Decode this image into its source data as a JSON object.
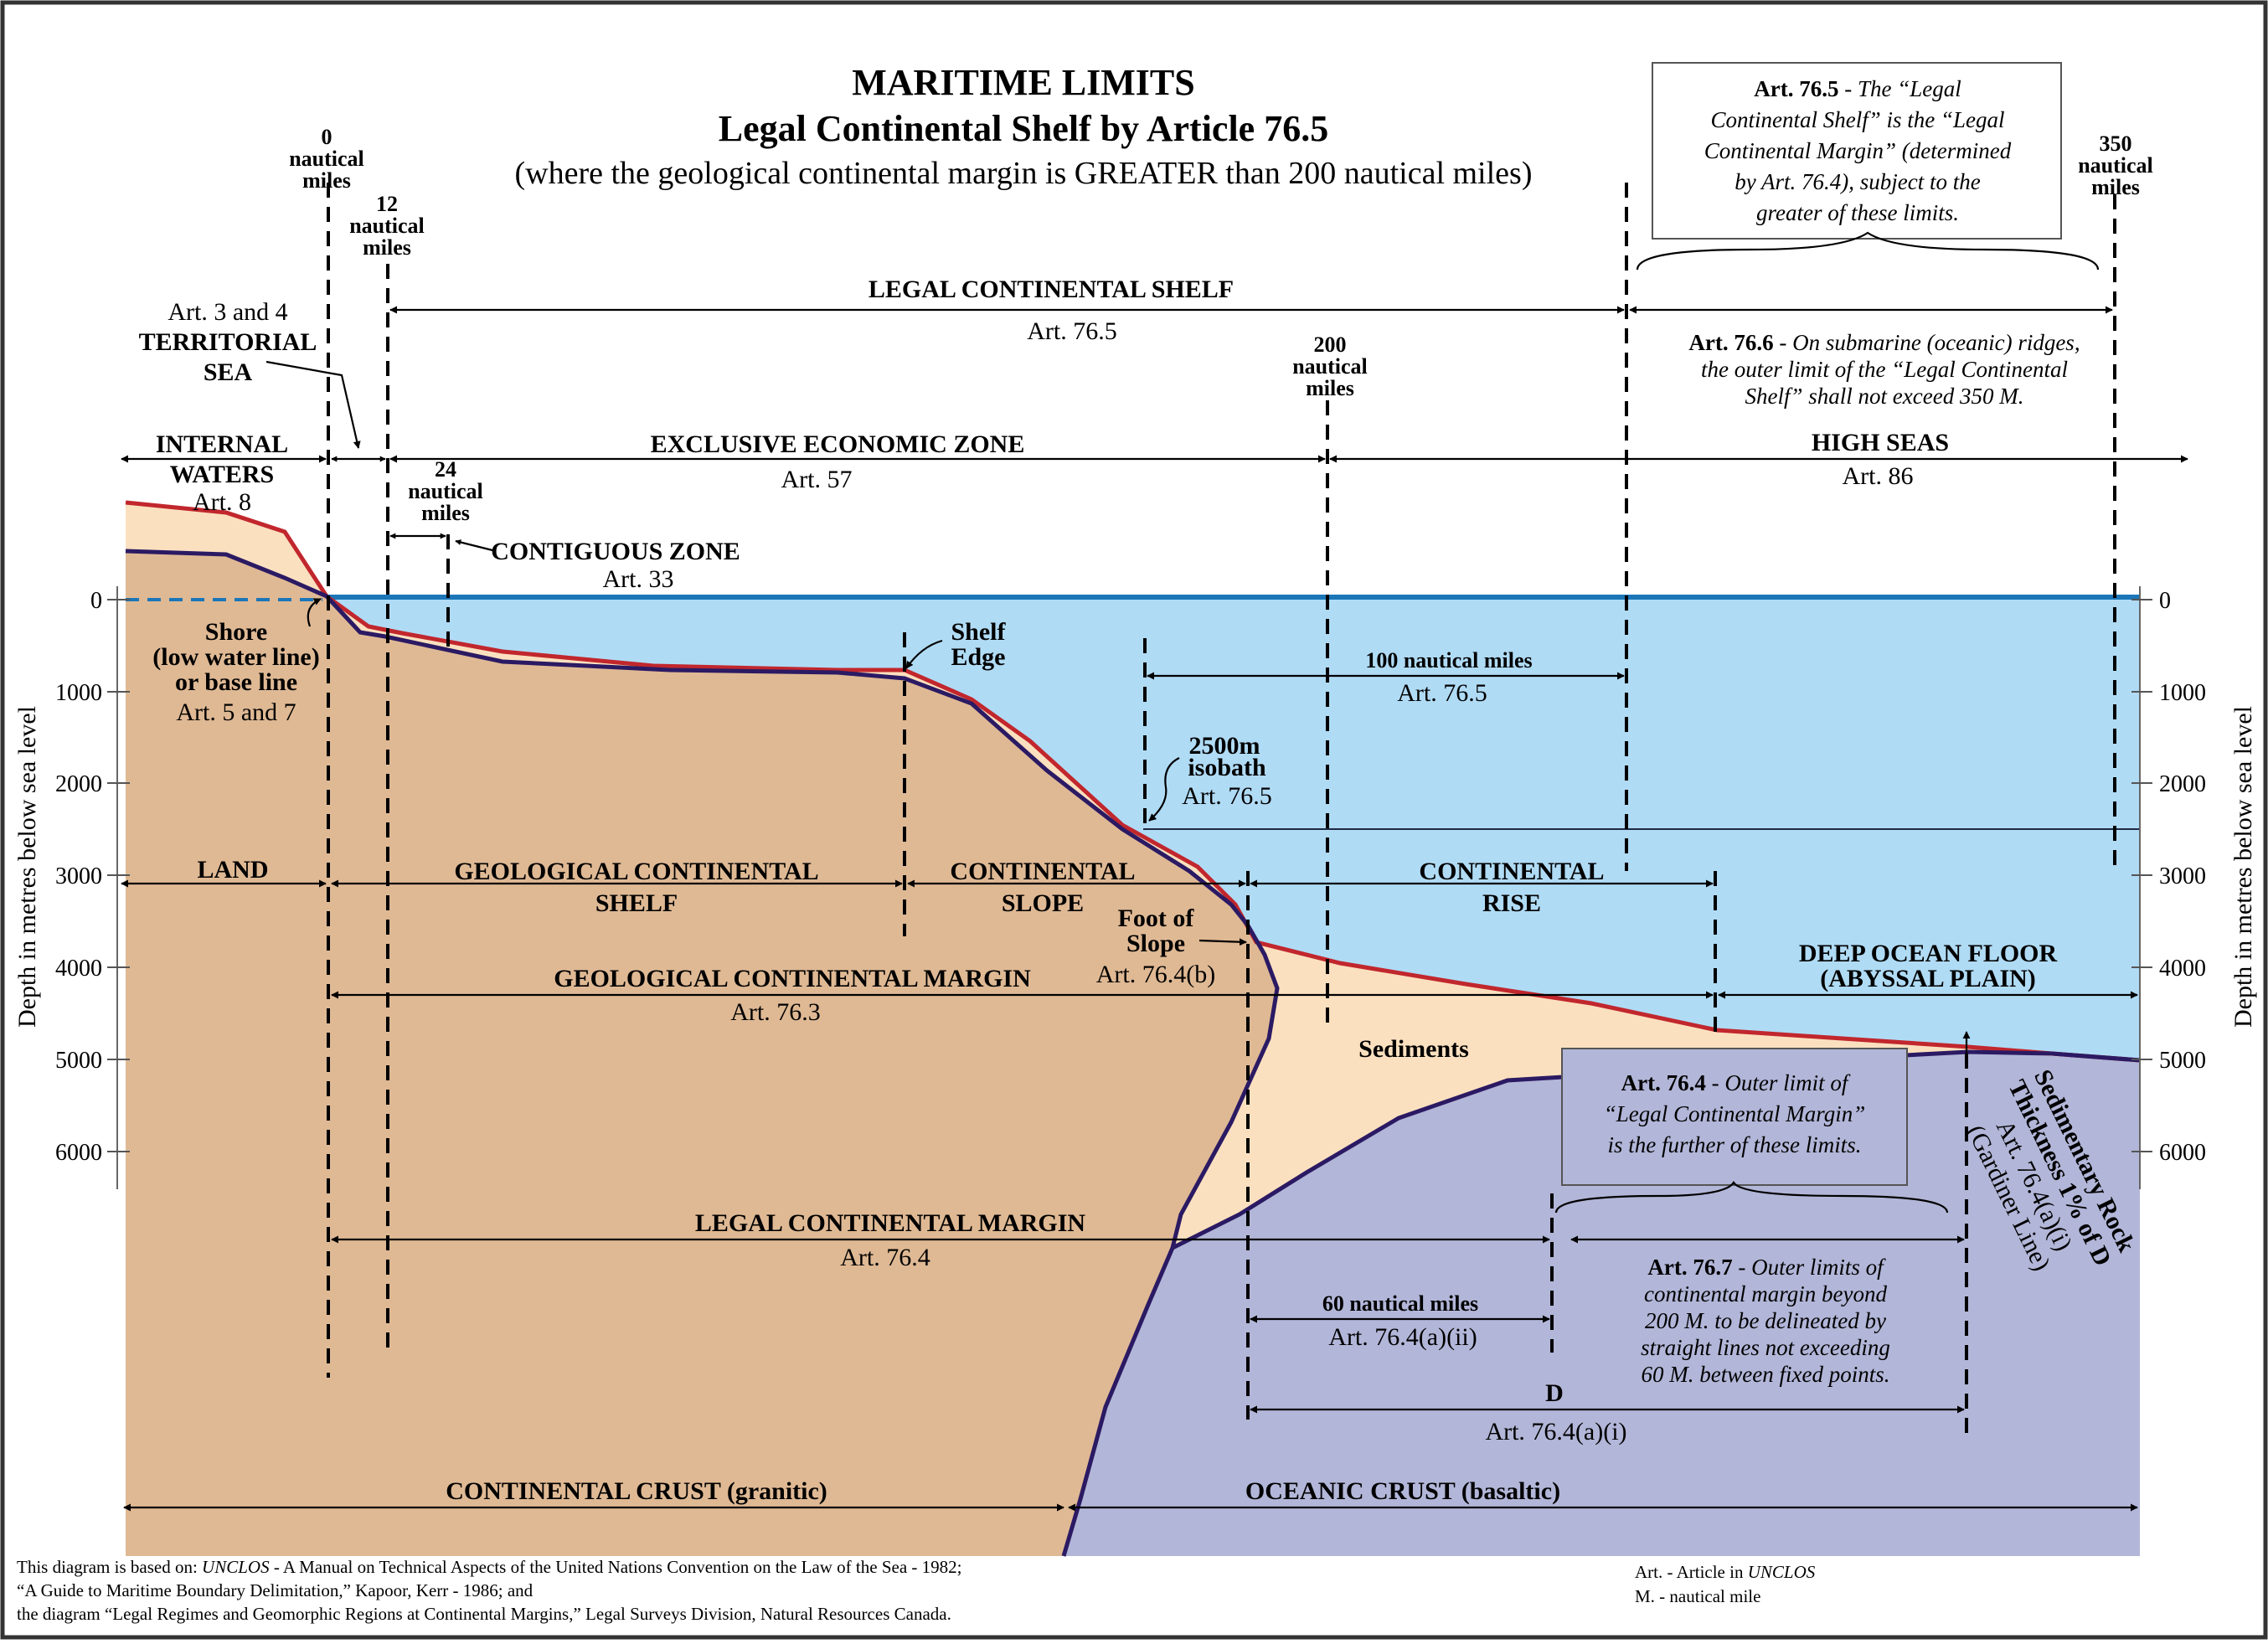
{
  "title": {
    "line1": "MARITIME LIMITS",
    "line2": "Legal Continental Shelf by Article 76.5",
    "line3": "(where the geological continental margin is GREATER than 200 nautical miles)"
  },
  "colors": {
    "land": "#dfb994",
    "sediment": "#fbe0bf",
    "ocean": "#b0dbf5",
    "crust": "#b2b6d8",
    "sea_line": "#1b76b8",
    "red_line": "#c1272d",
    "navy_line": "#2b1a63"
  },
  "axis": {
    "label_left": "Depth in metres below sea level",
    "label_right": "Depth in metres below sea level",
    "ticks": [
      "0",
      "1000",
      "2000",
      "3000",
      "4000",
      "5000",
      "6000"
    ]
  },
  "markers": {
    "nm0": [
      "0",
      "nautical",
      "miles"
    ],
    "nm12": [
      "12",
      "nautical",
      "miles"
    ],
    "nm24": [
      "24",
      "nautical",
      "miles"
    ],
    "nm200": [
      "200",
      "nautical",
      "miles"
    ],
    "nm350": [
      "350",
      "nautical",
      "miles"
    ]
  },
  "zones": {
    "territorial": [
      "Art. 3 and 4",
      "TERRITORIAL",
      "SEA"
    ],
    "internal": [
      "INTERNAL",
      "WATERS",
      "Art. 8"
    ],
    "legal_shelf": [
      "LEGAL CONTINENTAL SHELF",
      "Art. 76.5"
    ],
    "eez": [
      "EXCLUSIVE ECONOMIC ZONE",
      "Art. 57"
    ],
    "high_seas": [
      "HIGH SEAS",
      "Art. 86"
    ],
    "contiguous": [
      "CONTIGUOUS ZONE",
      "Art. 33"
    ],
    "shore": [
      "Shore",
      "(low water line)",
      "or base line",
      "Art. 5 and 7"
    ],
    "shelf_edge": [
      "Shelf",
      "Edge"
    ],
    "nm100": [
      "100 nautical miles",
      "Art. 76.5"
    ],
    "isobath": [
      "2500m",
      "isobath",
      "Art. 76.5"
    ],
    "land": "LAND",
    "geo_shelf": [
      "GEOLOGICAL CONTINENTAL",
      "SHELF"
    ],
    "slope": [
      "CONTINENTAL",
      "SLOPE"
    ],
    "foot": [
      "Foot of",
      "Slope",
      "Art. 76.4(b)"
    ],
    "rise": [
      "CONTINENTAL",
      "RISE"
    ],
    "deep": [
      "DEEP OCEAN FLOOR",
      "(ABYSSAL PLAIN)"
    ],
    "geo_margin": [
      "GEOLOGICAL CONTINENTAL MARGIN",
      "Art. 76.3"
    ],
    "sediments": "Sediments",
    "legal_margin": [
      "LEGAL CONTINENTAL MARGIN",
      "Art. 76.4"
    ],
    "nm60": [
      "60 nautical miles",
      "Art. 76.4(a)(ii)"
    ],
    "d": [
      "D",
      "Art. 76.4(a)(i)"
    ],
    "gardiner": [
      "Sedimentary Rock",
      "Thickness 1% of D",
      "Art. 76.4(a)(i)",
      "(Gardiner Line)"
    ],
    "cont_crust": "CONTINENTAL CRUST (granitic)",
    "ocean_crust": "OCEANIC CRUST (basaltic)"
  },
  "notes": {
    "art765": {
      "lead": "Art. 76.5",
      "lines": [
        "- The “Legal",
        "Continental Shelf” is the “Legal",
        "Continental Margin” (determined",
        "by Art. 76.4), subject to the",
        "greater of these limits."
      ]
    },
    "art766": {
      "lead": "Art. 76.6",
      "lines": [
        "- On submarine (oceanic) ridges,",
        "the outer limit of the “Legal Continental",
        "Shelf” shall not exceed 350 M."
      ]
    },
    "art764": {
      "lead": "Art. 76.4",
      "lines": [
        "- Outer limit of",
        "“Legal Continental Margin”",
        "is the further of these limits."
      ]
    },
    "art767": {
      "lead": "Art. 76.7",
      "lines": [
        "- Outer limits of",
        "continental margin beyond",
        "200 M. to be delineated by",
        "straight lines not exceeding",
        "60 M. between fixed points."
      ]
    }
  },
  "footer": {
    "source": [
      "This diagram is based on: ",
      "UNCLOS",
      " - A Manual on Technical Aspects of the United Nations Convention on the Law of the Sea - 1982;",
      "“A Guide to Maritime Boundary Delimitation,” Kapoor, Kerr - 1986; and",
      "the diagram “Legal Regimes and Geomorphic Regions at Continental Margins,” Legal Surveys Division, Natural Resources Canada."
    ],
    "legend": [
      "Art. - Article in ",
      "UNCLOS",
      "M. - nautical mile"
    ]
  }
}
